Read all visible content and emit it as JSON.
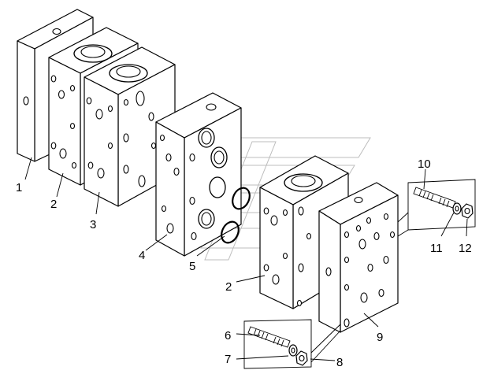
{
  "parts": [
    {
      "id": "callout-1",
      "number": "1"
    },
    {
      "id": "callout-2a",
      "number": "2"
    },
    {
      "id": "callout-3",
      "number": "3"
    },
    {
      "id": "callout-4",
      "number": "4"
    },
    {
      "id": "callout-5",
      "number": "5"
    },
    {
      "id": "callout-2b",
      "number": "2"
    },
    {
      "id": "callout-6",
      "number": "6"
    },
    {
      "id": "callout-7",
      "number": "7"
    },
    {
      "id": "callout-8",
      "number": "8"
    },
    {
      "id": "callout-9",
      "number": "9"
    },
    {
      "id": "callout-10",
      "number": "10"
    },
    {
      "id": "callout-11",
      "number": "11"
    },
    {
      "id": "callout-12",
      "number": "12"
    }
  ],
  "colors": {
    "line": "#000000",
    "watermark": "#bdbdbd",
    "background": "#ffffff"
  }
}
